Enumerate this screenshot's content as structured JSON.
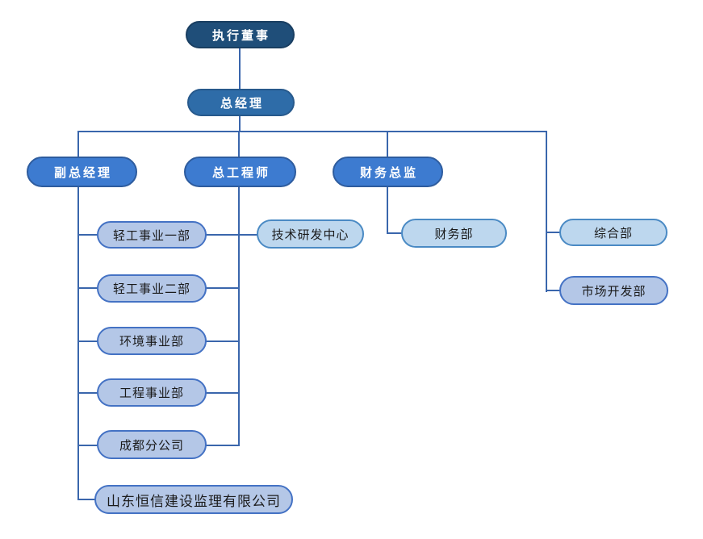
{
  "colors": {
    "canvas-bg": "#FFFFFF",
    "tier1-fill": "#1F4E79",
    "tier1-border": "#193E61",
    "tier2-fill": "#2E6CA8",
    "tier2-border": "#27598C",
    "tier3-fill": "#3D7BD0",
    "tier3-border": "#2E5C9E",
    "peri-fill": "#B4C7E7",
    "peri-border": "#4472C4",
    "sky-fill": "#BDD7EE",
    "sky-border": "#4A8AC4",
    "line": "#3A66AC",
    "dark-text": "#1A1A1A",
    "light-text": "#FFFFFF"
  },
  "nodes": [
    {
      "id": "executive-director",
      "label": "执行董事"
    },
    {
      "id": "general-manager",
      "label": "总经理"
    },
    {
      "id": "deputy-general-manager",
      "label": "副总经理"
    },
    {
      "id": "chief-engineer",
      "label": "总工程师"
    },
    {
      "id": "finance-director",
      "label": "财务总监"
    },
    {
      "id": "light-industry-div-1",
      "label": "轻工事业一部"
    },
    {
      "id": "tech-rd-center",
      "label": "技术研发中心"
    },
    {
      "id": "finance-dept",
      "label": "财务部"
    },
    {
      "id": "general-affairs-dept",
      "label": "综合部"
    },
    {
      "id": "light-industry-div-2",
      "label": "轻工事业二部"
    },
    {
      "id": "market-dev-dept",
      "label": "市场开发部"
    },
    {
      "id": "environment-div",
      "label": "环境事业部"
    },
    {
      "id": "engineering-div",
      "label": "工程事业部"
    },
    {
      "id": "chengdu-branch",
      "label": "成都分公司"
    },
    {
      "id": "shandong-hengxin",
      "label": "山东恒信建设监理有限公司"
    }
  ],
  "hierarchy": {
    "执行董事": [
      "总经理"
    ],
    "总经理": [
      "副总经理",
      "总工程师",
      "财务总监",
      "综合部",
      "市场开发部"
    ],
    "副总经理": [
      "轻工事业一部",
      "轻工事业二部",
      "环境事业部",
      "工程事业部",
      "成都分公司",
      "山东恒信建设监理有限公司"
    ],
    "总工程师": [
      "技术研发中心",
      "轻工事业一部",
      "轻工事业二部",
      "环境事业部",
      "工程事业部",
      "成都分公司"
    ],
    "财务总监": [
      "财务部"
    ]
  }
}
